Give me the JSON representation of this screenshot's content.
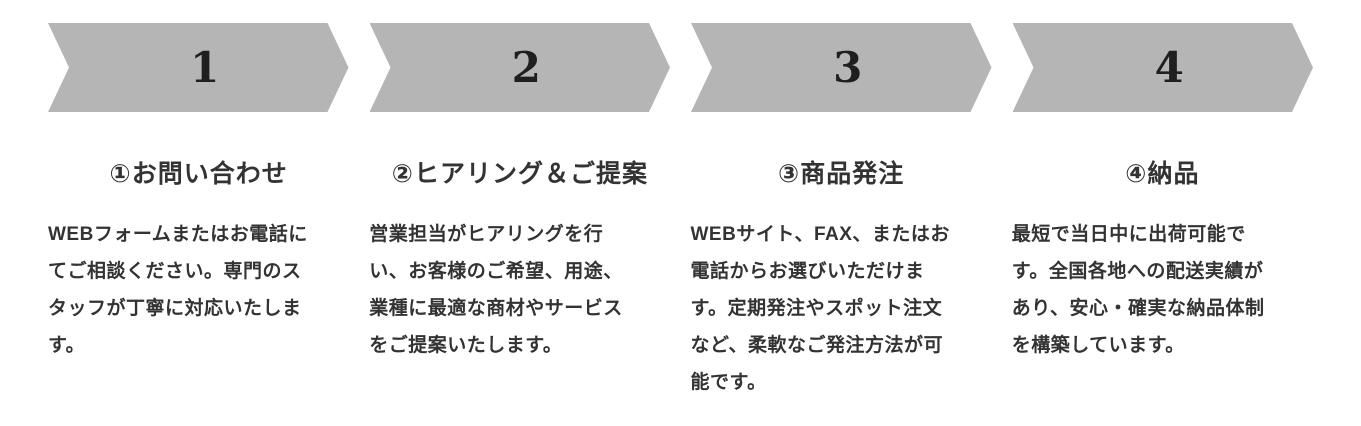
{
  "theme": {
    "page_bg": "#ffffff",
    "arrow_color": "#b5b5b5",
    "number_color": "#1f1f1f",
    "text_color": "#333333"
  },
  "process_flow": {
    "steps": [
      {
        "number": "1",
        "title": "①お問い合わせ",
        "description": "WEBフォームまたはお電話に\nてご相談ください。専門のス\nタッフが丁寧に対応いたしま\nす。"
      },
      {
        "number": "2",
        "title": "②ヒアリング＆ご提案",
        "description": "営業担当がヒアリングを行\nい、お客様のご希望、用途、\n業種に最適な商材やサービス\nをご提案いたします。"
      },
      {
        "number": "3",
        "title": "③商品発注",
        "description": "WEBサイト、FAX、またはお\n電話からお選びいただけま\nす。定期発注やスポット注文\nなど、柔軟なご発注方法が可\n能です。"
      },
      {
        "number": "4",
        "title": "④納品",
        "description": "最短で当日中に出荷可能で\nす。全国各地への配送実績が\nあり、安心・確実な納品体制\nを構築しています。"
      }
    ]
  }
}
